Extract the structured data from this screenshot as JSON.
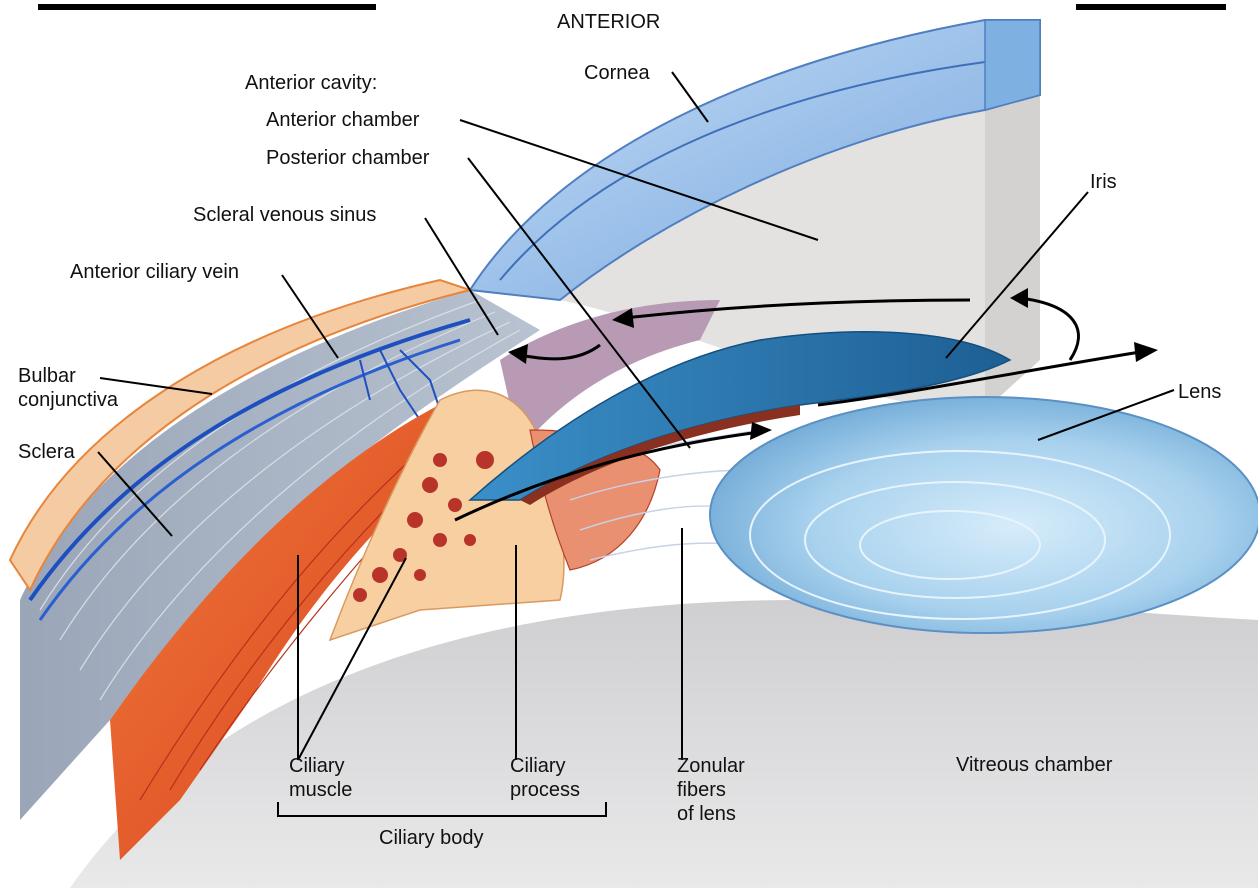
{
  "orientation": "ANTERIOR",
  "labels": {
    "anterior_cavity": "Anterior cavity:",
    "anterior_chamber": "Anterior chamber",
    "posterior_chamber": "Posterior chamber",
    "scleral_venous_sinus": "Scleral venous sinus",
    "anterior_ciliary_vein": "Anterior ciliary vein",
    "bulbar_conjunctiva": [
      "Bulbar",
      "conjunctiva"
    ],
    "sclera": "Sclera",
    "cornea": "Cornea",
    "iris": "Iris",
    "lens": "Lens",
    "ciliary_muscle": [
      "Ciliary",
      "muscle"
    ],
    "ciliary_process": [
      "Ciliary",
      "process"
    ],
    "ciliary_body": "Ciliary body",
    "zonular_fibers": [
      "Zonular",
      "fibers",
      "of lens"
    ],
    "vitreous_chamber": "Vitreous chamber"
  },
  "colors": {
    "cornea": "#8fb8e6",
    "sclera": "#a8b4c4",
    "conjunctiva": "#f2c8a0",
    "ciliary_muscle": "#e0502a",
    "ciliary_body": "#f7cfa0",
    "iris": "#2a78b0",
    "lens": "#9cc8e8",
    "vitreous": "#dcdcdc",
    "choroid": "#b89ab4"
  }
}
